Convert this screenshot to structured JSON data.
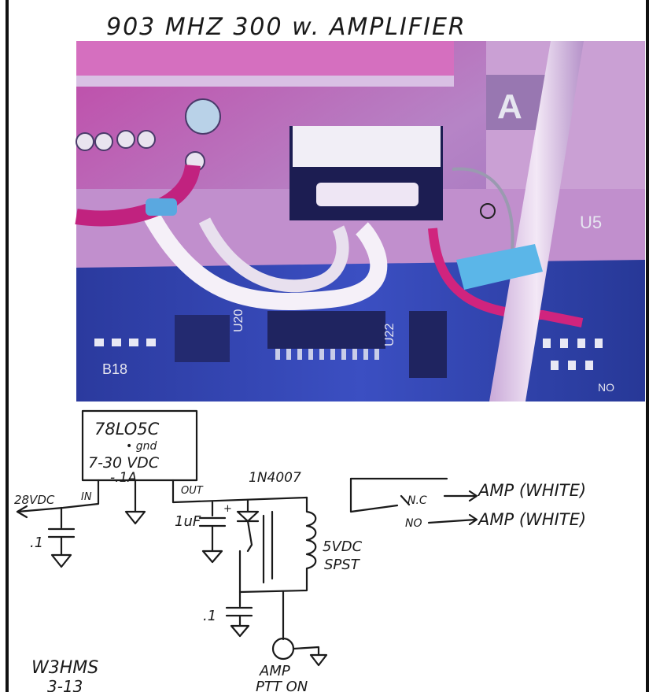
{
  "title": "903 MHZ 300 w. AMPLIFIER",
  "photo": {
    "labels": {
      "letter_a": "A",
      "u5": "U5",
      "u22": "U22",
      "u20": "U20",
      "no": "NO",
      "b18": "B18"
    }
  },
  "schematic": {
    "regulator": {
      "line1": "78LO5C",
      "line2": "• gnd",
      "line3": "7-30 VDC",
      "line4": "-.1A",
      "pin_in": "IN",
      "pin_out": "OUT"
    },
    "input_voltage": "28VDC",
    "cap_in": ".1",
    "cap_out": "1uF",
    "cap_bottom": ".1",
    "diode": "1N4007",
    "relay_voltage": "5VDC",
    "relay_type": "SPST",
    "nc_label": "N.C",
    "no_label": "NO",
    "amp_nc": "AMP (WHITE)",
    "amp_no": "AMP (WHITE)",
    "ptt_line1": "AMP",
    "ptt_line2": "PTT ON"
  },
  "signature": {
    "call": "W3HMS",
    "date": "3-13"
  }
}
